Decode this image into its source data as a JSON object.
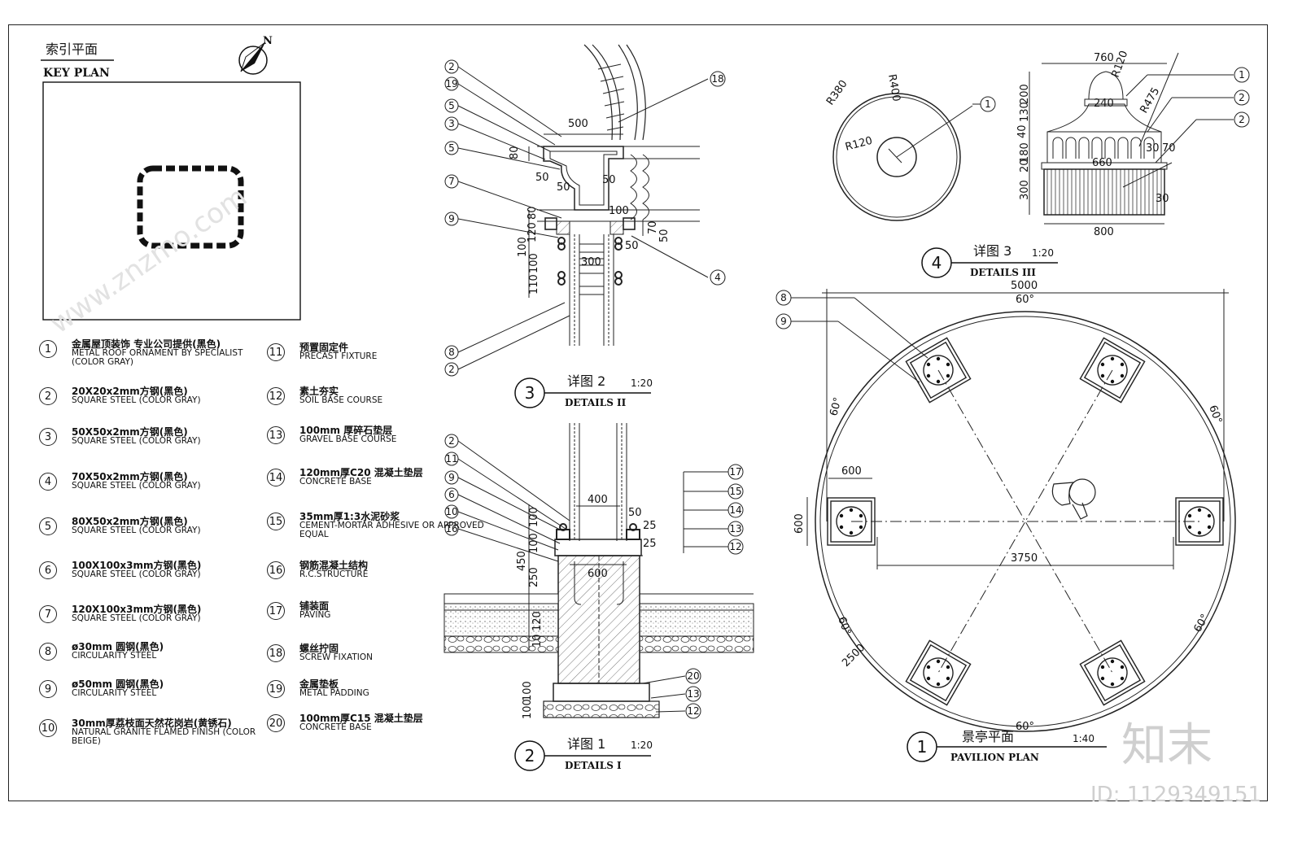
{
  "key_plan": {
    "title_cn": "索引平面",
    "title_en": "KEY PLAN",
    "north": "N"
  },
  "legend": [
    {
      "num": "1",
      "cn": "金属屋顶装饰 专业公司提供(黑色)",
      "en": "METAL ROOF ORNAMENT  BY SPECIALIST (COLOR GRAY)"
    },
    {
      "num": "2",
      "cn": "20X20x2mm方钢(黑色)",
      "en": "SQUARE STEEL (COLOR GRAY)"
    },
    {
      "num": "3",
      "cn": "50X50x2mm方钢(黑色)",
      "en": "SQUARE STEEL (COLOR GRAY)"
    },
    {
      "num": "4",
      "cn": "70X50x2mm方钢(黑色)",
      "en": "SQUARE STEEL (COLOR GRAY)"
    },
    {
      "num": "5",
      "cn": "80X50x2mm方钢(黑色)",
      "en": "SQUARE STEEL (COLOR GRAY)"
    },
    {
      "num": "6",
      "cn": "100X100x3mm方钢(黑色)",
      "en": "SQUARE STEEL (COLOR GRAY)"
    },
    {
      "num": "7",
      "cn": "120X100x3mm方钢(黑色)",
      "en": "SQUARE STEEL (COLOR GRAY)"
    },
    {
      "num": "8",
      "cn": "ø30mm 圆钢(黑色)",
      "en": "CIRCULARITY  STEEL"
    },
    {
      "num": "9",
      "cn": "ø50mm 圆钢(黑色)",
      "en": "CIRCULARITY  STEEL"
    },
    {
      "num": "10",
      "cn": "30mm厚荔枝面天然花岗岩(黄锈石)",
      "en": "NATURAL GRANITE FLAMED FINISH (COLOR BEIGE)"
    },
    {
      "num": "11",
      "cn": "预置固定件",
      "en": "PRECAST FIXTURE"
    },
    {
      "num": "12",
      "cn": "素土夯实",
      "en": "SOIL BASE COURSE"
    },
    {
      "num": "13",
      "cn": "100mm 厚碎石垫层",
      "en": "GRAVEL BASE COURSE"
    },
    {
      "num": "14",
      "cn": "120mm厚C20 混凝土垫层",
      "en": "CONCRETE BASE"
    },
    {
      "num": "15",
      "cn": "35mm厚1:3水泥砂浆",
      "en": "CEMENT-MORTAR ADHESIVE OR APPROVED EQUAL"
    },
    {
      "num": "16",
      "cn": "钢筋混凝土结构",
      "en": "R.C.STRUCTURE"
    },
    {
      "num": "17",
      "cn": "铺装面",
      "en": "PAVING"
    },
    {
      "num": "18",
      "cn": "螺丝拧固",
      "en": "SCREW FIXATION"
    },
    {
      "num": "19",
      "cn": "金属垫板",
      "en": "METAL PADDING"
    },
    {
      "num": "20",
      "cn": "100mm厚C15 混凝土垫层",
      "en": "CONCRETE BASE"
    }
  ],
  "titles": {
    "d2": {
      "num": "3",
      "cn": "详图 2",
      "scale": "1:20",
      "en": "DETAILS II"
    },
    "d1": {
      "num": "2",
      "cn": "详图 1",
      "scale": "1:20",
      "en": "DETAILS I"
    },
    "d3": {
      "num": "4",
      "cn": "详图 3",
      "scale": "1:20",
      "en": "DETAILS III"
    },
    "plan": {
      "num": "1",
      "cn": "景亭平面",
      "scale": "1:40",
      "en": "PAVILION PLAN"
    }
  },
  "dims": {
    "d2_500": "500",
    "d2_80a": "80",
    "d2_50a": "50",
    "d2_50b": "50",
    "d2_50c": "50",
    "d2_100": "100",
    "d2_80b": "80",
    "d2_120": "120",
    "d2_100b": "100",
    "d2_100c": "100",
    "d2_110": "110",
    "d2_300": "300",
    "d2_70": "70",
    "d2_50d": "50",
    "d2_50e": "50",
    "d1_400": "400",
    "d1_50": "50",
    "d1_25a": "25",
    "d1_25b": "25",
    "d1_100a": "100",
    "d1_100b": "100",
    "d1_450": "450",
    "d1_250": "250",
    "d1_600": "600",
    "d1_120": "120",
    "d1_10": "10",
    "d1_100c": "100",
    "d1_100d": "100",
    "d3_r400": "R400",
    "d3_r380": "R380",
    "d3_r120": "R120",
    "d3_760": "760",
    "d3_r120b": "R120",
    "d3_r475": "R475",
    "d3_200": "200",
    "d3_240": "240",
    "d3_130": "130",
    "d3_40": "40",
    "d3_180": "180",
    "d3_20": "20",
    "d3_30a": "30",
    "d3_70": "70",
    "d3_660": "660",
    "d3_300": "300",
    "d3_30b": "30",
    "d3_800": "800",
    "p_5000": "5000",
    "p_60a": "60°",
    "p_60b": "60°",
    "p_60c": "60°",
    "p_60d": "60°",
    "p_60e": "60°",
    "p_60f": "60°",
    "p_600a": "600",
    "p_600b": "600",
    "p_3750": "3750",
    "p_2500": "2500"
  },
  "callouts": {
    "d2_left": [
      "2",
      "19",
      "5",
      "3",
      "5",
      "7",
      "9",
      "8",
      "2"
    ],
    "d2_right": [
      "18",
      "4"
    ],
    "d1_left": [
      "2",
      "11",
      "9",
      "6",
      "10",
      "16"
    ],
    "d1_right": [
      "17",
      "15",
      "14",
      "13",
      "12"
    ],
    "d1_bottom": [
      "20",
      "13",
      "12"
    ],
    "d3": [
      "1",
      "1",
      "2",
      "2"
    ],
    "plan": [
      "8",
      "9"
    ]
  },
  "watermark": {
    "brand": "知末",
    "id": "ID: 1129349151",
    "site": "www.znzmo.com"
  }
}
